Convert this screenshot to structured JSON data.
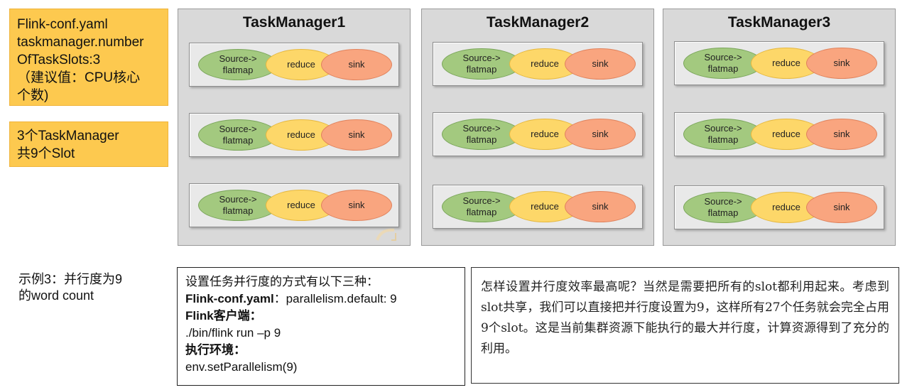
{
  "notes": {
    "config": [
      "Flink-conf.yaml",
      "taskmanager.number",
      "OfTaskSlots:3",
      "（建议值：CPU核心",
      "个数)"
    ],
    "summary": [
      "3个TaskManager",
      "共9个Slot"
    ]
  },
  "task_managers": [
    {
      "title": "TaskManager1",
      "slots": [
        {
          "source": [
            "Source->",
            "flatmap"
          ],
          "reduce": "reduce",
          "sink": "sink"
        },
        {
          "source": [
            "Source->",
            "flatmap"
          ],
          "reduce": "reduce",
          "sink": "sink"
        },
        {
          "source": [
            "Source->",
            "flatmap"
          ],
          "reduce": "reduce",
          "sink": "sink"
        }
      ]
    },
    {
      "title": "TaskManager2",
      "slots": [
        {
          "source": [
            "Source->",
            "flatmap"
          ],
          "reduce": "reduce",
          "sink": "sink"
        },
        {
          "source": [
            "Source->",
            "flatmap"
          ],
          "reduce": "reduce",
          "sink": "sink"
        },
        {
          "source": [
            "Source->",
            "flatmap"
          ],
          "reduce": "reduce",
          "sink": "sink"
        }
      ]
    },
    {
      "title": "TaskManager3",
      "slots": [
        {
          "source": [
            "Source->",
            "flatmap"
          ],
          "reduce": "reduce",
          "sink": "sink"
        },
        {
          "source": [
            "Source->",
            "flatmap"
          ],
          "reduce": "reduce",
          "sink": "sink"
        },
        {
          "source": [
            "Source->",
            "flatmap"
          ],
          "reduce": "reduce",
          "sink": "sink"
        }
      ]
    }
  ],
  "example": [
    "示例3：并行度为9",
    "的word count"
  ],
  "methods": {
    "heading": "设置任务并行度的方式有以下三种：",
    "conf_label": "Flink-conf.yaml",
    "conf_value": "：parallelism.default: 9",
    "client_label": "Flink客户端：",
    "client_value": "./bin/flink run –p 9",
    "env_label": "执行环境：",
    "env_value": "env.setParallelism(9)"
  },
  "explanation": "怎样设置并行度效率最高呢？当然是需要把所有的slot都利用起来。考虑到slot共享，我们可以直接把并行度设置为9，这样所有27个任务就会完全占用9个slot。这是当前集群资源下能执行的最大并行度，计算资源得到了充分的利用。",
  "colors": {
    "note_bg": "#fdc94f",
    "tm_bg": "#d9d9d9",
    "source": "#a3c97f",
    "reduce": "#fdd769",
    "sink": "#f9a57f"
  }
}
